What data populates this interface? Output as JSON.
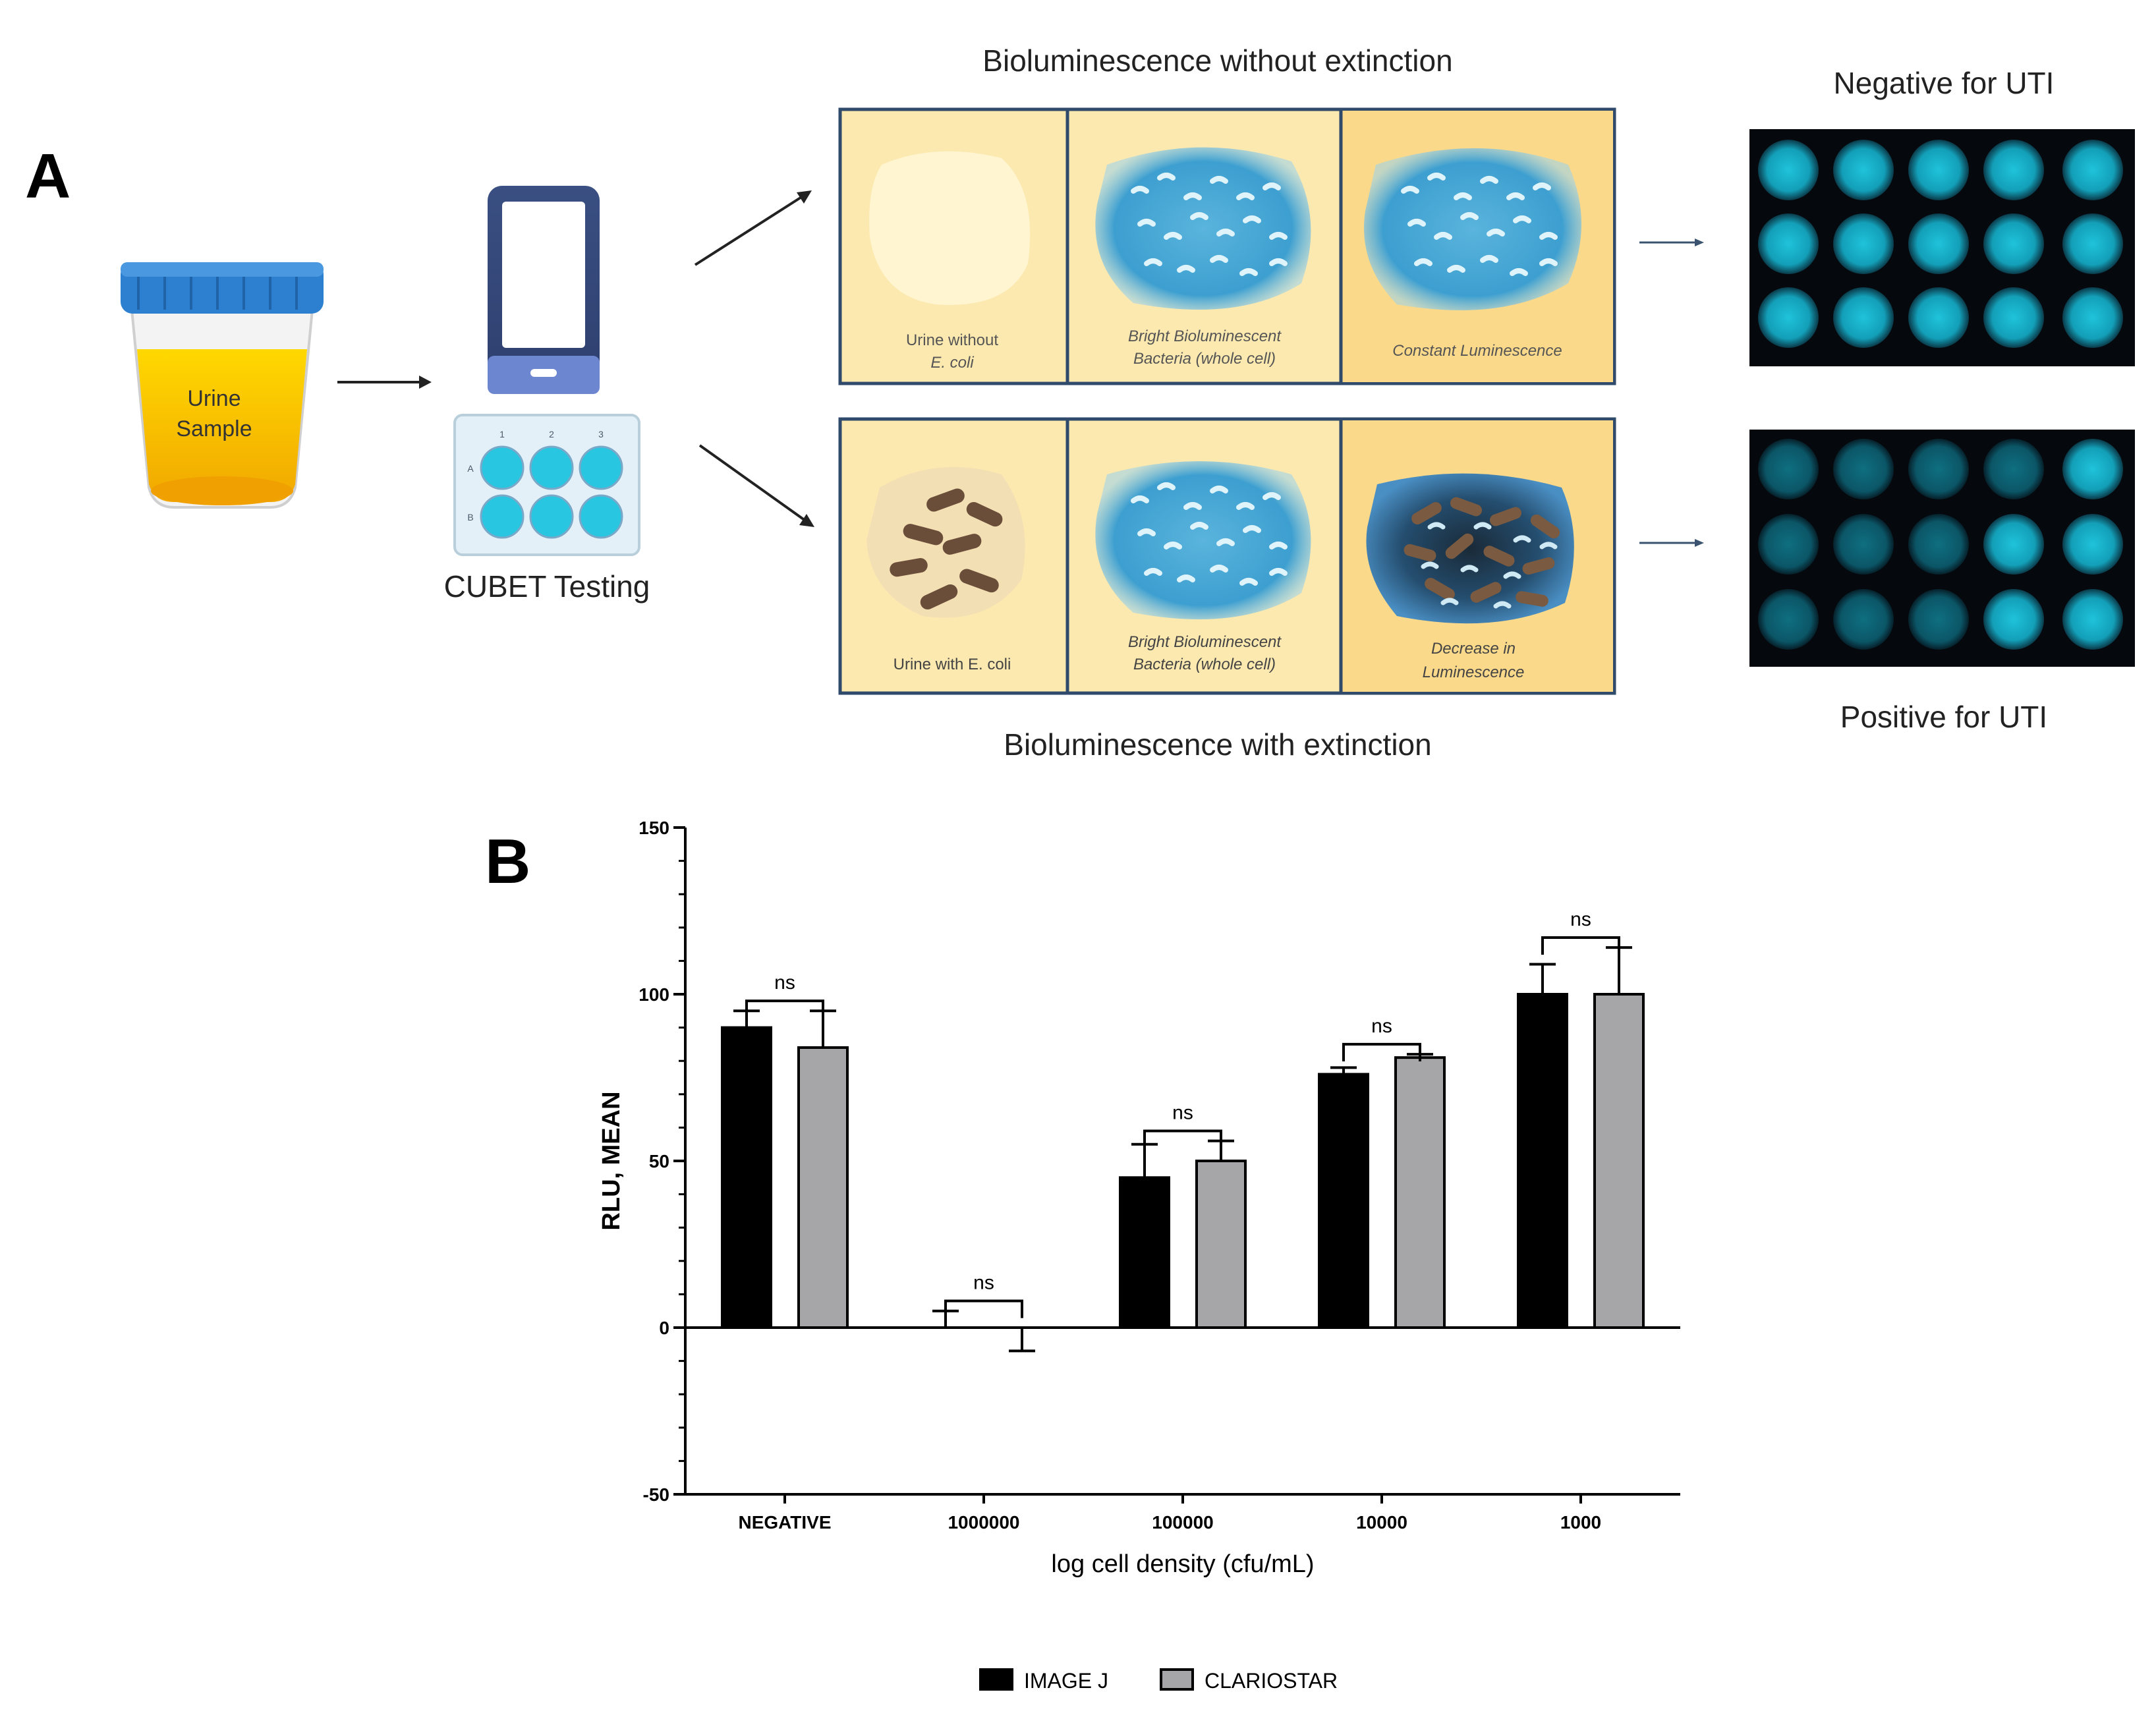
{
  "panel_a": {
    "label": "A",
    "urine_jar_label_line1": "Urine",
    "urine_jar_label_line2": "Sample",
    "cubet_label": "CUBET Testing",
    "plate_col_labels": [
      "1",
      "2",
      "3"
    ],
    "plate_row_labels": [
      "A",
      "B"
    ],
    "top_row_title": "Bioluminescence without extinction",
    "bottom_row_title": "Bioluminescence with extinction",
    "top_panels": [
      {
        "line1": "Urine without",
        "line2": "E. coli"
      },
      {
        "line1": "Bright Bioluminescent",
        "line2": "Bacteria (whole cell)"
      },
      {
        "line1": "Constant Luminescence",
        "line2": ""
      }
    ],
    "bottom_panels": [
      {
        "line1": "Urine with E. coli",
        "line2": ""
      },
      {
        "line1": "Bright Bioluminescent",
        "line2": "Bacteria (whole cell)"
      },
      {
        "line1": "Decrease in",
        "line2": "Luminescence"
      }
    ],
    "negative_label": "Negative for UTI",
    "positive_label": "Positive for UTI",
    "colors": {
      "jar_cap": "#2d7fd0",
      "urine": "#f5c400",
      "panel_bg": "#fce9b0",
      "panel_border": "#2f4a6b",
      "well_glow": "#1ab4cc"
    }
  },
  "panel_b": {
    "label": "B"
  },
  "chart_data": {
    "type": "bar",
    "categories": [
      "NEGATIVE",
      "1000000",
      "100000",
      "10000",
      "1000"
    ],
    "series": [
      {
        "name": "IMAGE J",
        "color": "#000000",
        "values": [
          90,
          0,
          45,
          76,
          100
        ],
        "errors": [
          5,
          5,
          10,
          2,
          9
        ]
      },
      {
        "name": "CLARIOSTAR",
        "color": "#a6a6a8",
        "values": [
          84,
          0,
          50,
          81,
          100
        ],
        "errors": [
          11,
          -7,
          6,
          1,
          14
        ]
      }
    ],
    "significance": [
      "ns",
      "ns",
      "ns",
      "ns",
      "ns"
    ],
    "xlabel": "log cell density (cfu/mL)",
    "ylabel": "RLU, MEAN",
    "ylim": [
      -50,
      150
    ],
    "yticks": [
      150,
      100,
      50,
      0,
      -50
    ],
    "legend_position": "bottom-center",
    "grid": false
  }
}
